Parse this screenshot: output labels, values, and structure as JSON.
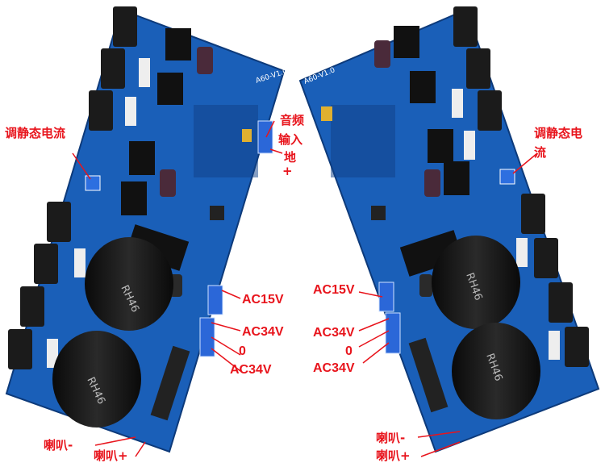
{
  "left_board": {
    "silk_version": "A60-V1.0",
    "cap_marking": "RH46",
    "labels": {
      "bias_current": "调静态电流",
      "audio_input": "音频",
      "audio_input_2": "输入",
      "ground": "地",
      "plus": "+",
      "ac15v": "AC15V",
      "ac34v_a": "AC34V",
      "zero": "0",
      "ac34v_b": "AC34V",
      "speaker_minus": "喇叭-",
      "speaker_plus": "喇叭+"
    }
  },
  "right_board": {
    "silk_version": "A60-V1.0",
    "cap_marking": "RH46",
    "labels": {
      "bias_current": "调静态电",
      "bias_current_2": "流",
      "ac15v": "AC15V",
      "ac34v_a": "AC34V",
      "zero": "0",
      "ac34v_b": "AC34V",
      "speaker_minus": "喇叭-",
      "speaker_plus": "喇叭+"
    }
  },
  "colors": {
    "pcb": "#1a5fb8",
    "pcb_dark": "#0f3f86",
    "annotation": "#e8141c",
    "heatsink": "#1b1b1b",
    "capacitor": "#151515"
  }
}
